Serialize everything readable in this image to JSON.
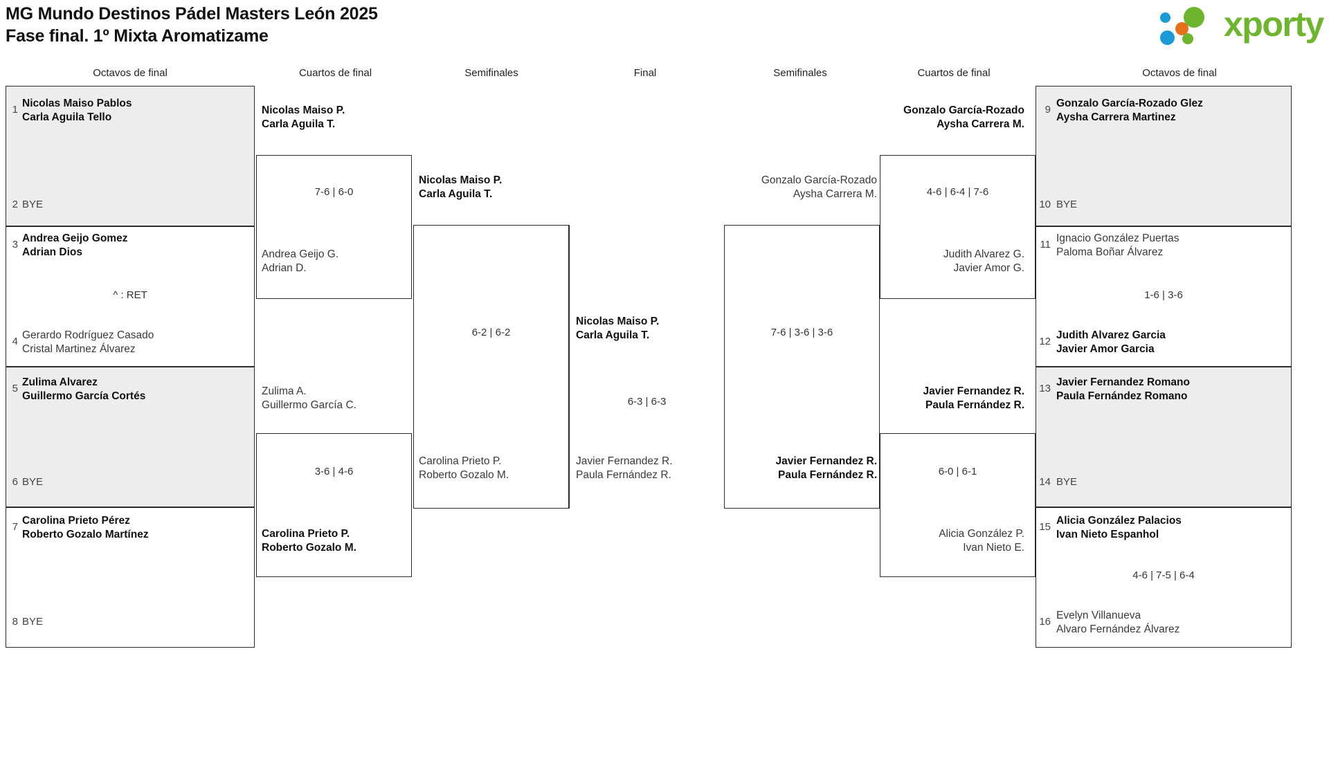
{
  "header": {
    "title_line1": "MG Mundo Destinos Pádel Masters León 2025",
    "title_line2": "Fase final. 1º Mixta Aromatizame",
    "logo_text": "xporty",
    "logo_colors": {
      "green": "#6cb52d",
      "blue": "#1a9ad7",
      "orange": "#e8701a"
    }
  },
  "round_headers": {
    "left_r16": "Octavos de final",
    "left_qf": "Cuartos de final",
    "left_sf": "Semifinales",
    "final": "Final",
    "right_sf": "Semifinales",
    "right_qf": "Cuartos de final",
    "right_r16": "Octavos de final"
  },
  "left_r16": [
    {
      "seed": "1",
      "line1": "Nicolas Maiso Pablos",
      "line2": "Carla Aguila Tello",
      "winner": true,
      "shaded": true
    },
    {
      "seed": "2",
      "line1": "BYE",
      "line2": "",
      "winner": false,
      "shaded": true
    },
    {
      "seed": "3",
      "line1": "Andrea Geijo Gomez",
      "line2": "Adrian Dios",
      "winner": true,
      "shaded": false
    },
    {
      "seed": "4",
      "line1": "Gerardo Rodríguez Casado",
      "line2": "Cristal Martinez Álvarez",
      "winner": false,
      "shaded": false
    },
    {
      "seed": "5",
      "line1": "Zulima Alvarez",
      "line2": "Guillermo García Cortés",
      "winner": true,
      "shaded": true
    },
    {
      "seed": "6",
      "line1": "BYE",
      "line2": "",
      "winner": false,
      "shaded": true
    },
    {
      "seed": "7",
      "line1": "Carolina Prieto Pérez",
      "line2": "Roberto Gozalo Martínez",
      "winner": true,
      "shaded": false
    },
    {
      "seed": "8",
      "line1": "BYE",
      "line2": "",
      "winner": false,
      "shaded": false
    }
  ],
  "left_r16_scores": {
    "match2": "^ : RET"
  },
  "left_qf": [
    {
      "line1": "Nicolas Maiso P.",
      "line2": "Carla Aguila T.",
      "winner": true
    },
    {
      "line1": "Andrea Geijo G.",
      "line2": "Adrian D.",
      "winner": false
    },
    {
      "line1": "Zulima A.",
      "line2": "Guillermo García C.",
      "winner": false
    },
    {
      "line1": "Carolina Prieto P.",
      "line2": "Roberto Gozalo M.",
      "winner": true
    }
  ],
  "left_qf_scores": {
    "match1": "7-6 | 6-0",
    "match2": "3-6 | 4-6"
  },
  "left_sf": [
    {
      "line1": "Nicolas Maiso P.",
      "line2": "Carla Aguila T.",
      "winner": true
    },
    {
      "line1": "Carolina Prieto P.",
      "line2": "Roberto Gozalo M.",
      "winner": false
    }
  ],
  "left_sf_scores": {
    "match1": "6-2 | 6-2"
  },
  "final": {
    "top": {
      "line1": "Nicolas Maiso P.",
      "line2": "Carla Aguila T.",
      "winner": true
    },
    "bottom": {
      "line1": "Javier Fernandez R.",
      "line2": "Paula Fernández R.",
      "winner": false
    },
    "score": "6-3 | 6-3"
  },
  "right_sf": [
    {
      "line1": "Gonzalo García-Rozado",
      "line2": "Aysha Carrera M.",
      "winner": false
    },
    {
      "line1": "Javier Fernandez R.",
      "line2": "Paula Fernández R.",
      "winner": true
    }
  ],
  "right_sf_scores": {
    "match1": "7-6 | 3-6 | 3-6"
  },
  "right_qf": [
    {
      "line1": "Gonzalo García-Rozado",
      "line2": "Aysha Carrera M.",
      "winner": true
    },
    {
      "line1": "Judith Alvarez G.",
      "line2": "Javier Amor G.",
      "winner": false
    },
    {
      "line1": "Javier Fernandez R.",
      "line2": "Paula Fernández R.",
      "winner": true
    },
    {
      "line1": "Alicia González P.",
      "line2": "Ivan Nieto E.",
      "winner": false
    }
  ],
  "right_qf_scores": {
    "match1": "4-6 | 6-4 | 7-6",
    "match2": "6-0 | 6-1"
  },
  "right_r16": [
    {
      "seed": "9",
      "line1": "Gonzalo García-Rozado Glez",
      "line2": "Aysha Carrera Martinez",
      "winner": true,
      "shaded": true
    },
    {
      "seed": "10",
      "line1": "BYE",
      "line2": "",
      "winner": false,
      "shaded": true
    },
    {
      "seed": "11",
      "line1": "Ignacio González Puertas",
      "line2": "Paloma Boñar Álvarez",
      "winner": false,
      "shaded": false
    },
    {
      "seed": "12",
      "line1": "Judith Alvarez Garcia",
      "line2": "Javier Amor Garcia",
      "winner": true,
      "shaded": false
    },
    {
      "seed": "13",
      "line1": "Javier Fernandez Romano",
      "line2": "Paula Fernández Romano",
      "winner": true,
      "shaded": true
    },
    {
      "seed": "14",
      "line1": "BYE",
      "line2": "",
      "winner": false,
      "shaded": true
    },
    {
      "seed": "15",
      "line1": "Alicia González Palacios",
      "line2": "Ivan Nieto Espanhol",
      "winner": true,
      "shaded": false
    },
    {
      "seed": "16",
      "line1": "Evelyn Villanueva",
      "line2": "Alvaro Fernández Álvarez",
      "winner": false,
      "shaded": false
    }
  ],
  "right_r16_scores": {
    "match2": "1-6 | 3-6",
    "match4": "4-6 | 7-5 | 6-4"
  }
}
